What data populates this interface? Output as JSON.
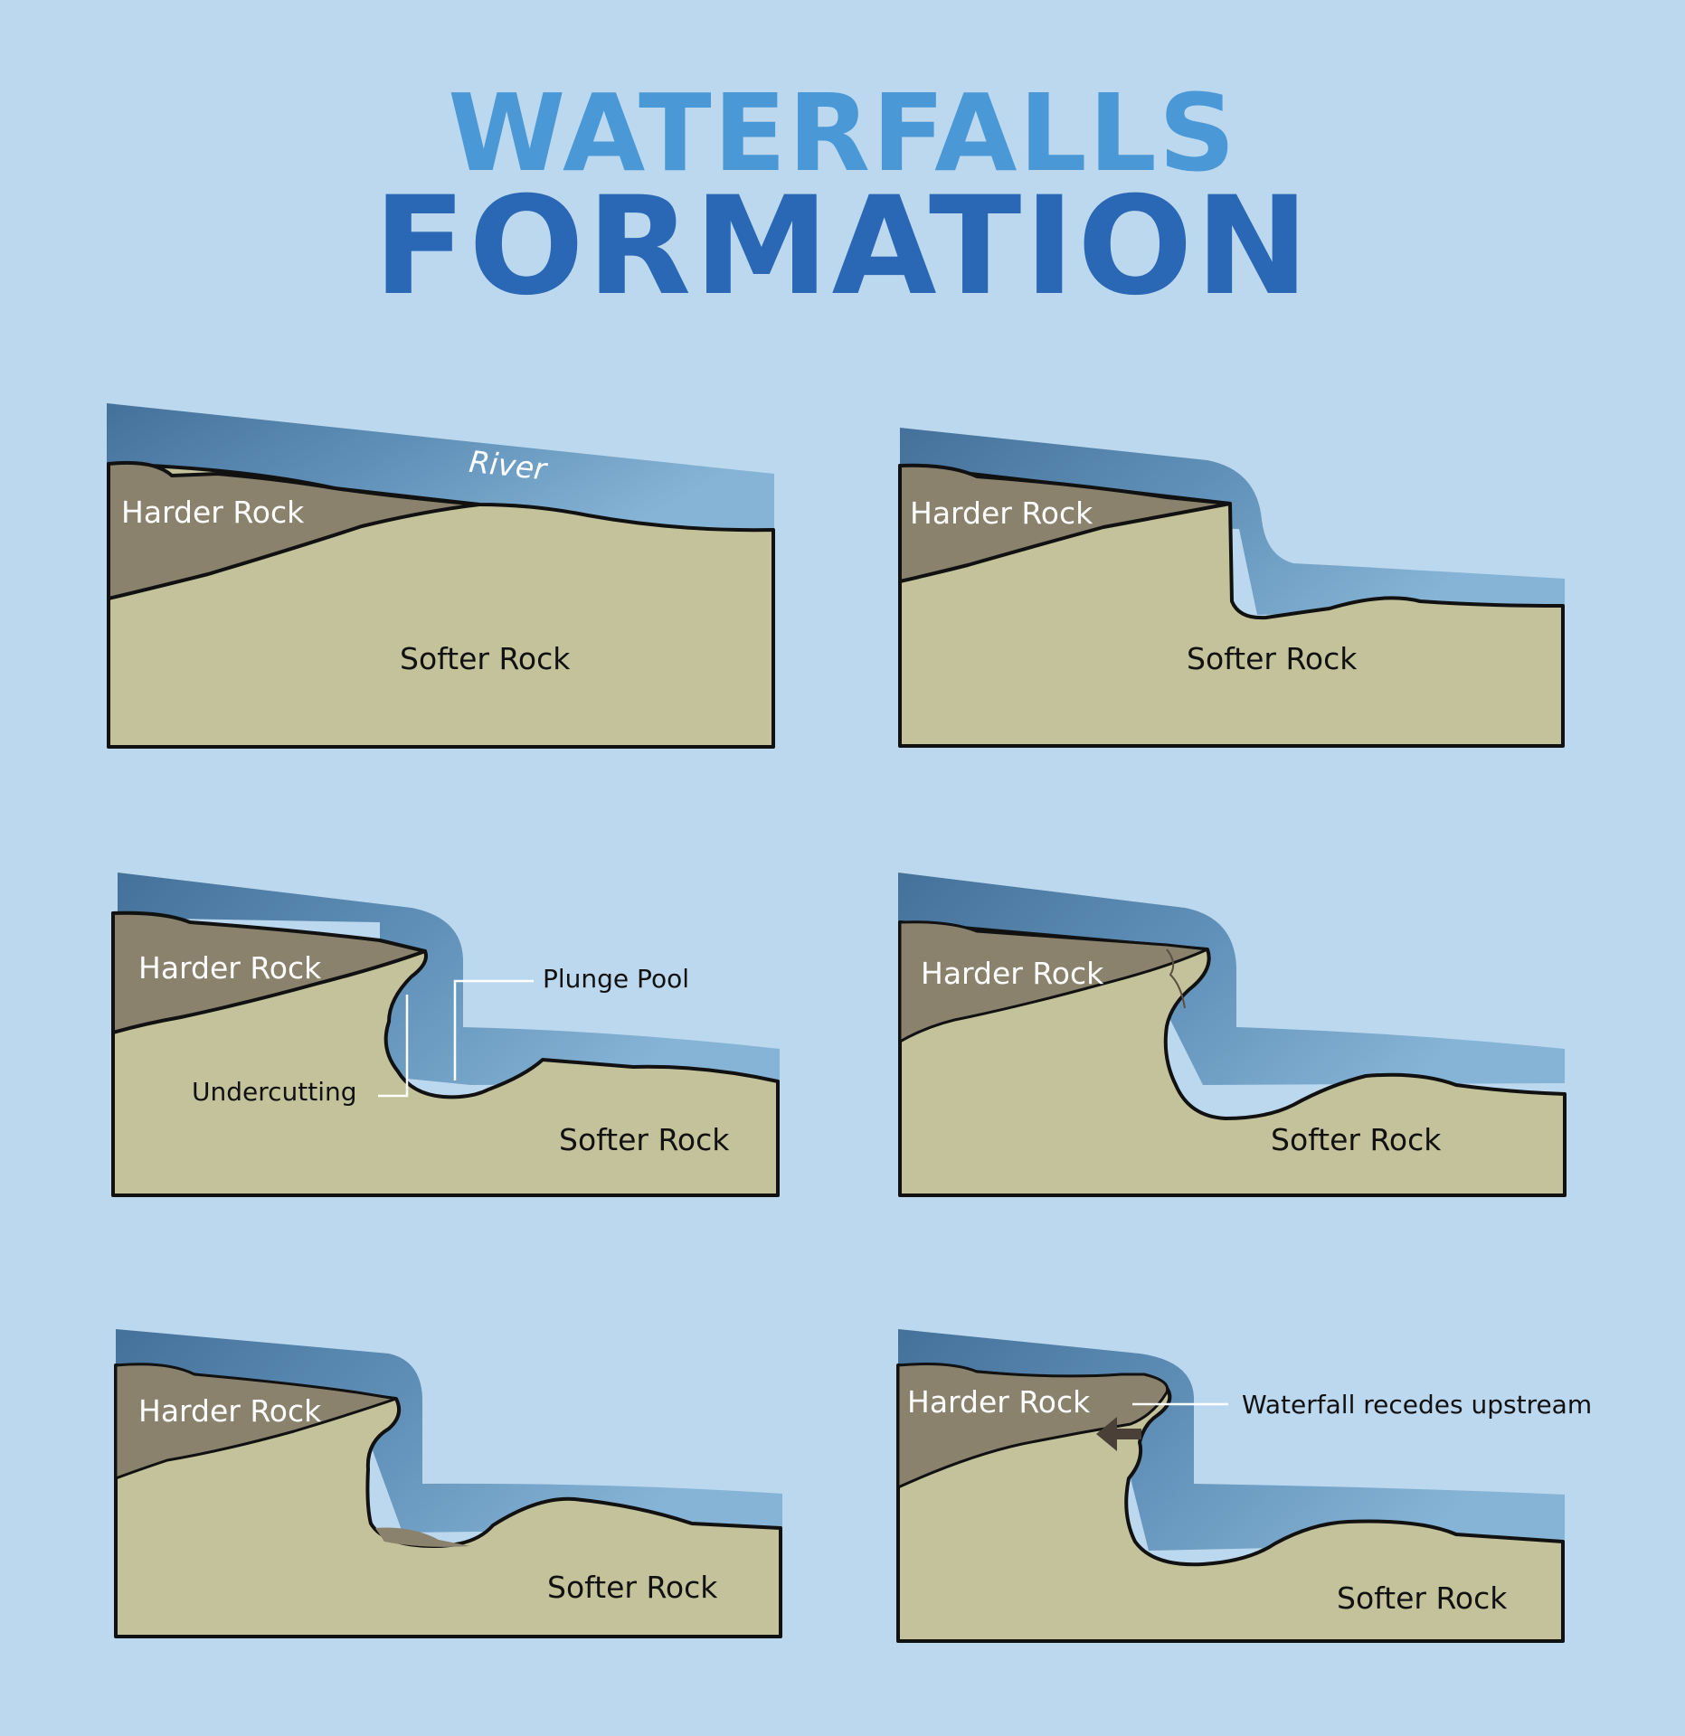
{
  "title": {
    "line1": "WATERFALLS",
    "line2": "FORMATION"
  },
  "colors": {
    "background": "#bcd8ee",
    "water_dark": "#4a7598",
    "water_light": "#82b0d2",
    "harder_rock": "#8a826c",
    "softer_rock": "#c3c29a",
    "outline": "#111111",
    "title_light": "#4a98d6",
    "title_dark": "#2a67b4"
  },
  "panels": [
    {
      "harder": "Harder Rock",
      "softer": "Softer Rock",
      "river": "River"
    },
    {
      "harder": "Harder Rock",
      "softer": "Softer Rock"
    },
    {
      "harder": "Harder Rock",
      "softer": "Softer Rock",
      "plunge": "Plunge Pool",
      "undercut": "Undercutting"
    },
    {
      "harder": "Harder Rock",
      "softer": "Softer Rock"
    },
    {
      "harder": "Harder Rock",
      "softer": "Softer Rock"
    },
    {
      "harder": "Harder Rock",
      "softer": "Softer Rock",
      "recedes": "Waterfall recedes upstream"
    }
  ]
}
